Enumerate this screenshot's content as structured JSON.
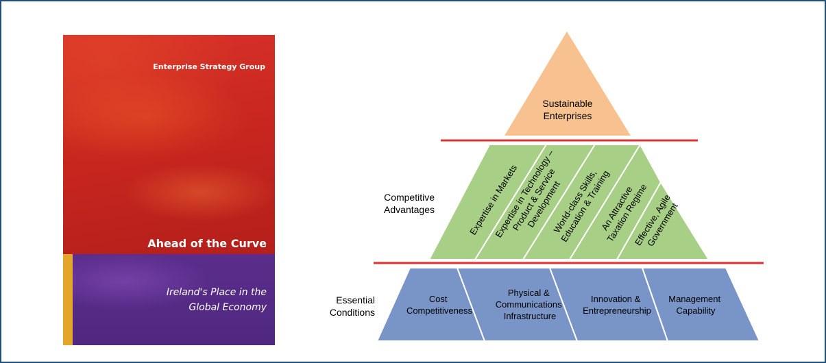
{
  "cover": {
    "publisher": "Enterprise Strategy Group",
    "title": "Ahead of the Curve",
    "subtitle_line1": "Ireland's Place in the",
    "subtitle_line2": "Global Economy"
  },
  "pyramid": {
    "top": {
      "line1": "Sustainable",
      "line2": "Enterprises"
    },
    "middle": {
      "label_line1": "Competitive",
      "label_line2": "Advantages",
      "items": [
        {
          "lines": [
            "Expertise in Markets"
          ]
        },
        {
          "lines": [
            "Expertise in Technology –",
            "Product & Service",
            "Development"
          ]
        },
        {
          "lines": [
            "World-class Skills,",
            "Education & Training"
          ]
        },
        {
          "lines": [
            "An Attractive",
            "Taxation Regime"
          ]
        },
        {
          "lines": [
            "Effective, Agile",
            "Government"
          ]
        }
      ]
    },
    "bottom": {
      "label_line1": "Essential",
      "label_line2": "Conditions",
      "items": [
        {
          "lines": [
            "Cost",
            "Competitiveness"
          ]
        },
        {
          "lines": [
            "Physical &",
            "Communications",
            "Infrastructure"
          ]
        },
        {
          "lines": [
            "Innovation &",
            "Entrepreneurship"
          ]
        },
        {
          "lines": [
            "Management",
            "Capability"
          ]
        }
      ]
    }
  },
  "colors": {
    "border": "#1f4e7a",
    "apex_fill": "#f8c290",
    "middle_fill": "#a7cf86",
    "bottom_fill": "#7994c6",
    "divider": "#e0322f",
    "cover_red": "#c9271f",
    "cover_purple": "#4f2880",
    "cover_strip": "#e3a629"
  }
}
